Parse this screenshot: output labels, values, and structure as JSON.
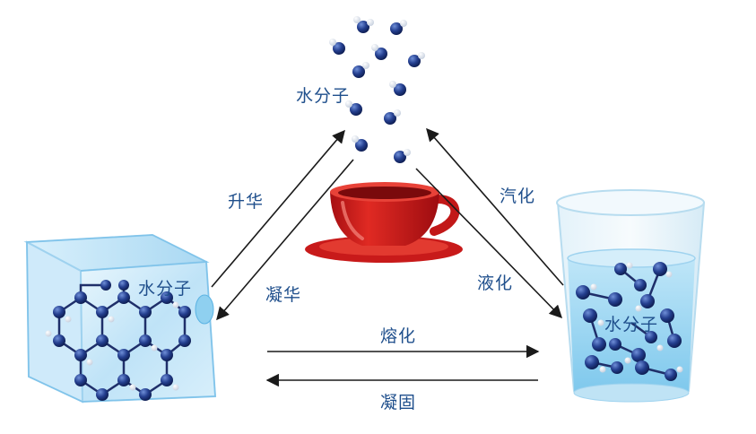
{
  "labels": {
    "vapor_molecules": "水分子",
    "ice_molecules": "水分子",
    "water_molecules": "水分子",
    "sublimation": "升华",
    "desublimation": "凝华",
    "vaporization": "汽化",
    "liquefaction": "液化",
    "melting": "熔化",
    "solidification": "凝固"
  },
  "colors": {
    "label_text": "#1f4f8c",
    "molecule_blue": "#243f8f",
    "hydrogen_white": "#f4f6fa",
    "cup_red": "#d81e1e",
    "arrow": "#1a1a1a",
    "ice_blue": "#bfe3f7",
    "water_blue": "#8fd0f0"
  }
}
